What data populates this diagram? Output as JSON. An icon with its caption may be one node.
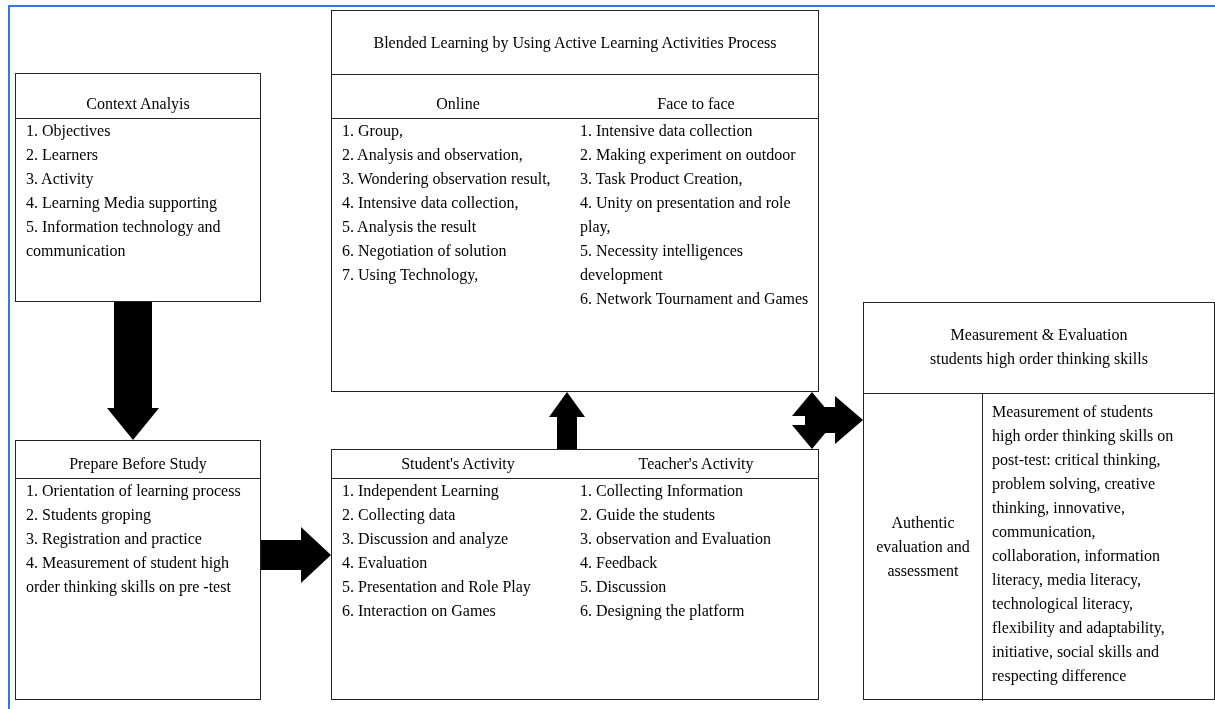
{
  "diagram": {
    "nodes": [
      {
        "text": [
          "Context Analyis",
          "1. Objectives",
          "2. Learners",
          "3. Activity",
          "4. Learning Media supporting",
          "5. Information technology and communication"
        ]
      },
      {
        "text": [
          "Prepare Before Study",
          "1. Orientation of learning process",
          "2. Students groping",
          "3. Registration and practice",
          "4. Measurement of student high order thinking skills on pre -test"
        ]
      },
      {
        "text": [
          "Blended Learning by Using Active Learning Activities Process",
          "Online",
          "1. Group,",
          "2. Analysis and observation,",
          "3. Wondering observation result,",
          "4. Intensive data collection,",
          "5. Analysis the result",
          "6. Negotiation of solution",
          "7. Using Technology,",
          "Face to face",
          "1. Intensive data collection",
          "2. Making experiment on outdoor",
          "3. Task Product Creation,",
          "4. Unity on presentation and role play,",
          "5. Necessity intelligences development",
          "6. Network Tournament and Games"
        ]
      },
      {
        "text": [
          "Student's Activity",
          "1. Independent Learning",
          "2. Collecting data",
          "3. Discussion and analyze",
          "4. Evaluation",
          "5. Presentation and Role Play",
          "6. Interaction on Games",
          "Teacher's Activity",
          "1. Collecting Information",
          "2. Guide the students",
          "3. observation and Evaluation",
          "4. Feedback",
          "5. Discussion",
          "6. Designing the platform"
        ]
      },
      {
        "text": [
          "Measurement & Evaluation students high order thinking skills",
          "Authentic evaluation and assessment",
          "Measurement of students high order thinking skills on post-test: critical thinking, problem solving, creative thinking, innovative, communication, collaboration, information literacy, media literacy, technological literacy, flexibility and adaptability, initiative, social skills and respecting difference"
        ]
      }
    ],
    "edges": [
      {
        "from": 0,
        "to": 1,
        "arrow": "to"
      },
      {
        "from": 1,
        "to": 3,
        "arrow": "to"
      },
      {
        "from": 3,
        "to": 2,
        "arrow": "to"
      },
      {
        "from": 2,
        "to": 3,
        "arrow": "both"
      },
      {
        "from": null,
        "to": 4,
        "arrow": "to"
      }
    ]
  }
}
